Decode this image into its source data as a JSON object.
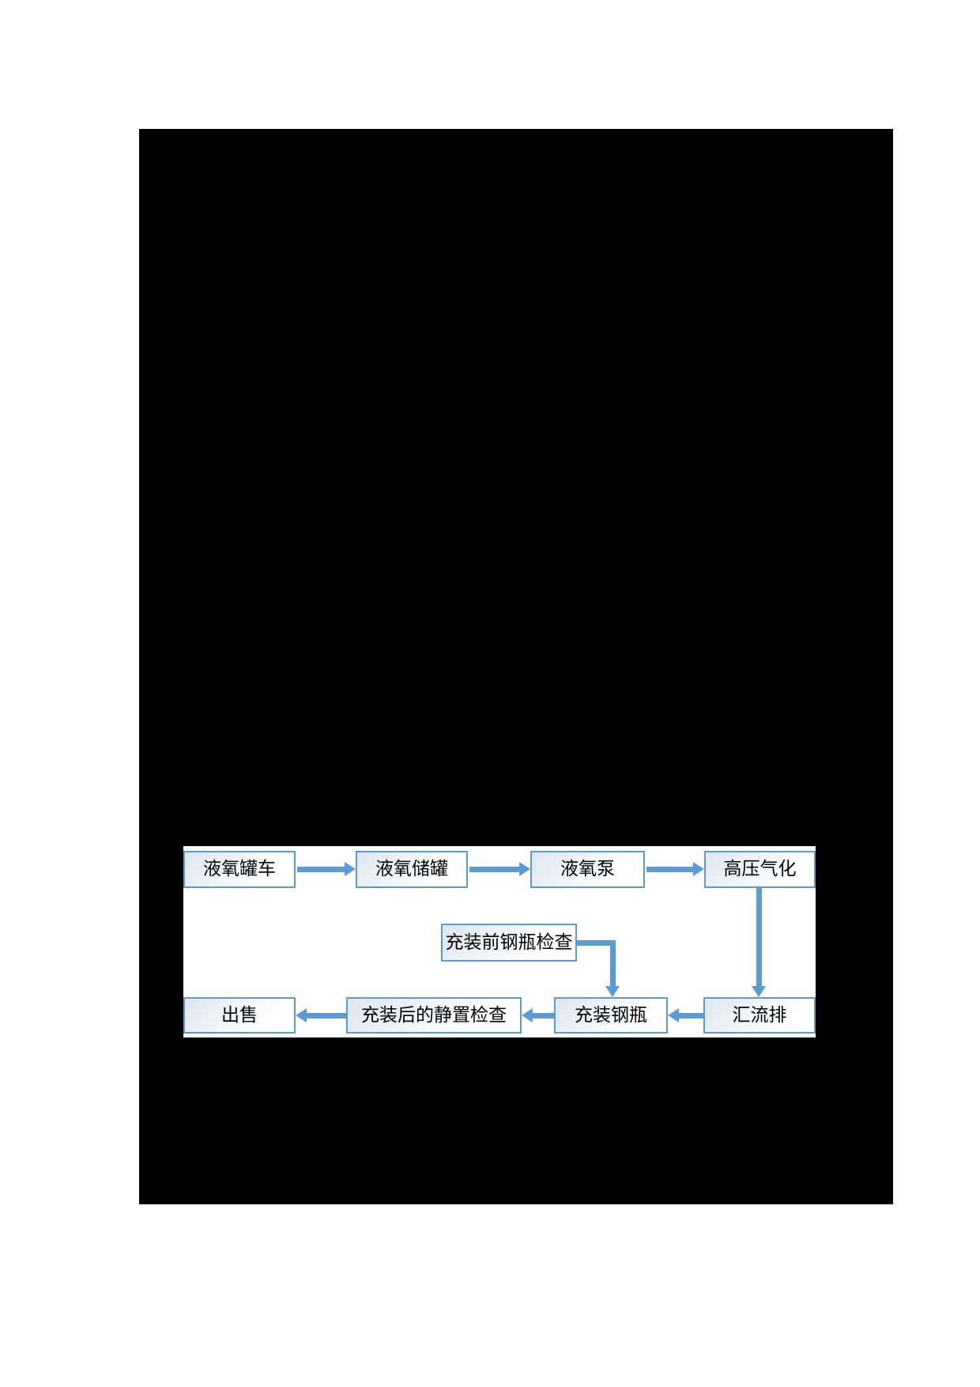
{
  "page": {
    "background_color": "#ffffff",
    "canvas_color": "#000000",
    "flowchart_background": "#ffffff"
  },
  "colors": {
    "accent_blue": "#5b9bd5",
    "node_border": "#5b9bd5",
    "node_fill_gradient_start": "#dfe6f0",
    "node_fill_gradient_end": "#ffffff",
    "node_text": "#000000"
  },
  "flowchart": {
    "nodes": [
      {
        "id": "liquid-oxygen-tank-truck",
        "label": "液氧罐车"
      },
      {
        "id": "liquid-oxygen-storage-tank",
        "label": "液氧储罐"
      },
      {
        "id": "liquid-oxygen-pump",
        "label": "液氧泵"
      },
      {
        "id": "high-pressure-vaporizer",
        "label": "高压气化"
      },
      {
        "id": "pre-fill-cylinder-inspection",
        "label": "充装前钢瓶检查"
      },
      {
        "id": "sale",
        "label": "出售"
      },
      {
        "id": "post-fill-standing-inspection",
        "label": "充装后的静置检查"
      },
      {
        "id": "cylinder-filling",
        "label": "充装钢瓶"
      },
      {
        "id": "manifold",
        "label": "汇流排"
      }
    ],
    "edges": [
      {
        "from": "液氧罐车",
        "to": "液氧储罐",
        "direction": "right"
      },
      {
        "from": "液氧储罐",
        "to": "液氧泵",
        "direction": "right"
      },
      {
        "from": "液氧泵",
        "to": "高压气化",
        "direction": "right"
      },
      {
        "from": "高压气化",
        "to": "汇流排",
        "direction": "down"
      },
      {
        "from": "充装前钢瓶检查",
        "to": "充装钢瓶",
        "direction": "right-then-down"
      },
      {
        "from": "汇流排",
        "to": "充装钢瓶",
        "direction": "left"
      },
      {
        "from": "充装钢瓶",
        "to": "充装后的静置检查",
        "direction": "left"
      },
      {
        "from": "充装后的静置检查",
        "to": "出售",
        "direction": "left"
      }
    ]
  }
}
